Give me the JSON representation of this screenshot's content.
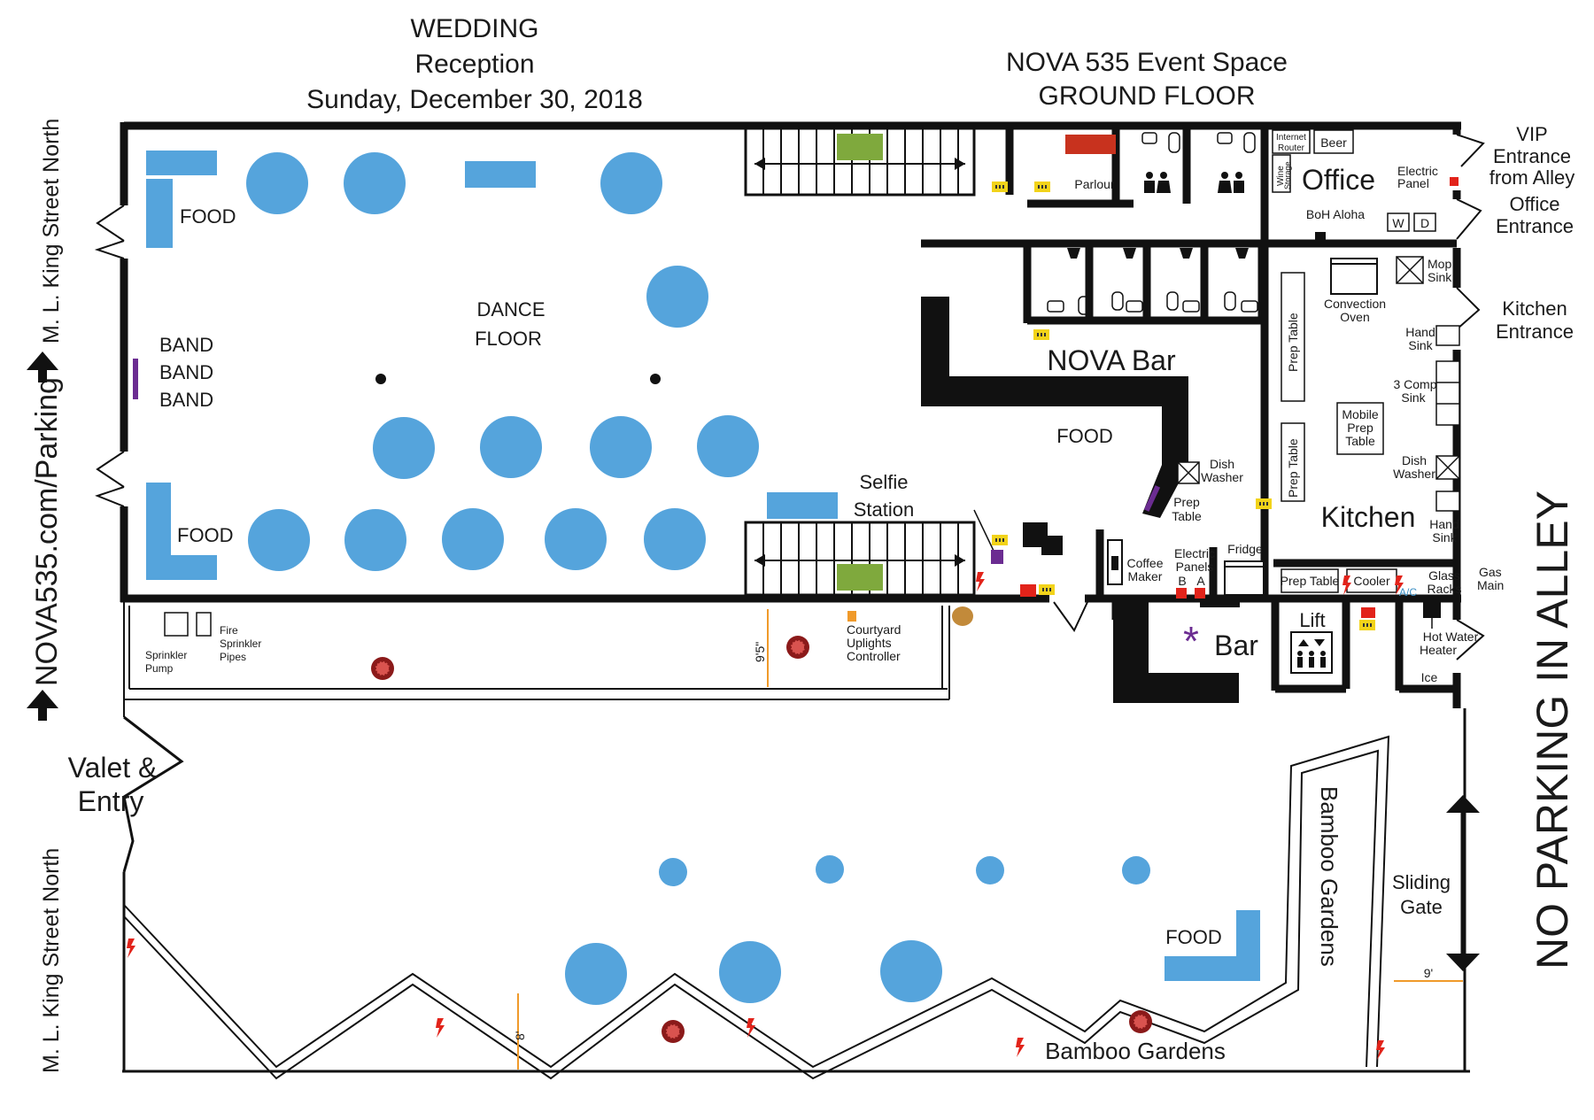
{
  "title": {
    "wedding": "WEDDING",
    "reception": "Reception",
    "date": "Sunday, December 30, 2018",
    "venue": "NOVA 535 Event Space",
    "floor": "GROUND FLOOR"
  },
  "labels": {
    "food": "FOOD",
    "band": "BAND",
    "dance": "DANCE",
    "floor": "FLOOR",
    "selfie": "Selfie",
    "station": "Station",
    "parlour": "Parlour",
    "internet": "Internet",
    "router": "Router",
    "wine": "Wine",
    "storage": "Storage",
    "beer": "Beer",
    "office": "Office",
    "electric": "Electric",
    "panel": "Panel",
    "boh_aloha": "BoH Aloha",
    "washer": "W",
    "dryer": "D",
    "vip": "VIP",
    "entrance": "Entrance",
    "from_alley": "from Alley",
    "office_entrance_1": "Office",
    "office_entrance_2": "Entrance",
    "kitchen_entrance_1": "Kitchen",
    "kitchen_entrance_2": "Entrance",
    "convection": "Convection",
    "oven": "Oven",
    "mop": "Mop",
    "sink": "Sink",
    "hand": "Hand",
    "three_comp": "3 Comp",
    "mobile": "Mobile",
    "prep": "Prep",
    "table": "Table",
    "dish": "Dish",
    "washer_word": "Washer",
    "prep_table": "Prep Table",
    "kitchen": "Kitchen",
    "nova_bar": "NOVA Bar",
    "coffee": "Coffee",
    "maker": "Maker",
    "electric_panels": "Panels",
    "panel_b": "B",
    "panel_a": "A",
    "fridge": "Fridge",
    "cooler": "Cooler",
    "ac": "A/C",
    "glass": "Glass",
    "racks": "Racks",
    "gas": "Gas",
    "main": "Main",
    "bar": "Bar",
    "lift": "Lift",
    "hot_water": "Hot Water",
    "heater": "Heater",
    "ice": "Ice",
    "sprinkler": "Sprinkler",
    "pump": "Pump",
    "fire": "Fire",
    "sprinkler_word": "Sprinkler",
    "pipes": "Pipes",
    "courtyard": "Courtyard",
    "uplights": "Uplights",
    "controller": "Controller",
    "height_top": "9'5\"",
    "height_bottom": "8'",
    "gate_width": "9'",
    "valet": "Valet &",
    "entry": "Entry",
    "bamboo_gardens": "Bamboo Gardens",
    "sliding": "Sliding",
    "gate": "Gate",
    "no_parking": "NO PARKING IN ALLEY",
    "street_top": "M. L. King Street North",
    "street_bottom": "M. L. King Street North",
    "parking": "NOVA535.com/Parking"
  },
  "colors": {
    "wall": "#111111",
    "table": "#55a4dc",
    "green": "#7fa93d",
    "yellow": "#f2d31a",
    "red": "#e2231a",
    "purple": "#6b2c91",
    "maroon": "#8b1a1a",
    "orange": "#f09a2a",
    "parlour": "#c8321e"
  },
  "icons": {
    "stairs": "stairs-icon",
    "restroom": "restroom-icon",
    "lift": "elevator-icon",
    "electric": "lightning-icon",
    "uplight": "uplight-icon",
    "bar_star": "asterisk-icon",
    "arrow": "arrow-up-icon"
  }
}
